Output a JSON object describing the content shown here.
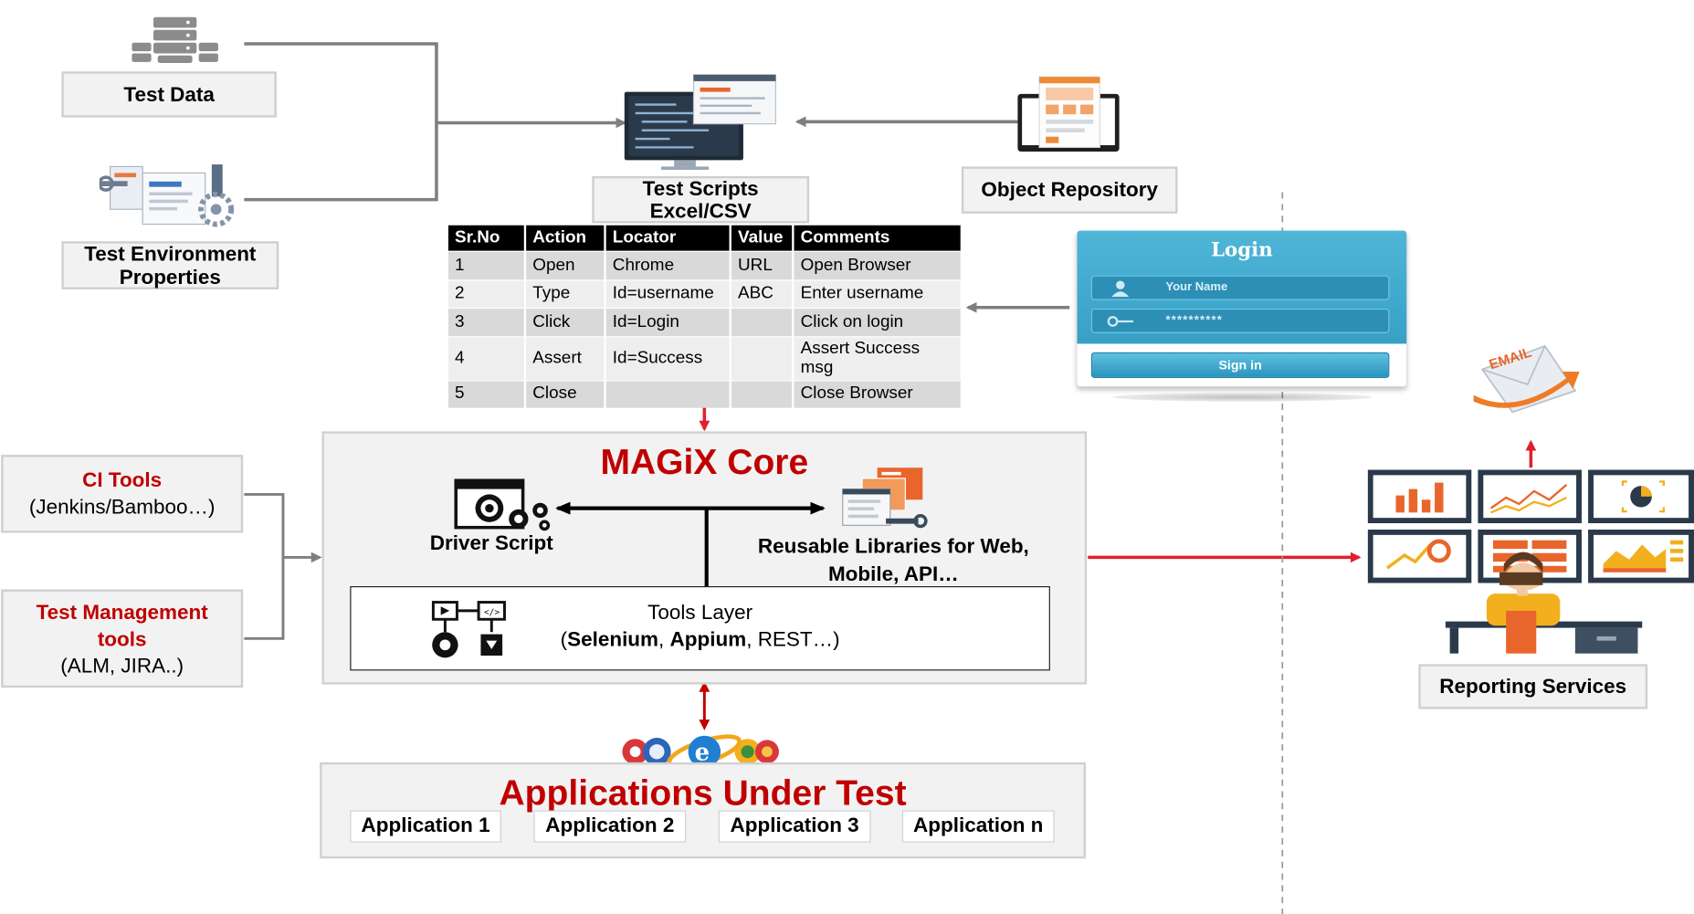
{
  "inputs": {
    "test_data": "Test Data",
    "env_props_line1": "Test Environment",
    "env_props_line2": "Properties",
    "test_scripts_line1": "Test Scripts",
    "test_scripts_line2": "Excel/CSV",
    "object_repository": "Object Repository"
  },
  "script_table": {
    "headers": [
      "Sr.No",
      "Action",
      "Locator",
      "Value",
      "Comments"
    ],
    "rows": [
      [
        "1",
        "Open",
        "Chrome",
        "URL",
        "Open Browser"
      ],
      [
        "2",
        "Type",
        "Id=username",
        "ABC",
        "Enter username"
      ],
      [
        "3",
        "Click",
        "Id=Login",
        "",
        "Click on login"
      ],
      [
        "4",
        "Assert",
        "Id=Success",
        "",
        "Assert Success msg"
      ],
      [
        "5",
        "Close",
        "",
        "",
        "Close Browser"
      ]
    ]
  },
  "login_form": {
    "title": "Login",
    "username_placeholder": "Your Name",
    "password_mask": "**********",
    "signin_label": "Sign in"
  },
  "ci": {
    "ci_title": "CI Tools",
    "ci_sub": "(Jenkins/Bamboo…)",
    "tm_title_line1": "Test Management",
    "tm_title_line2": "tools",
    "tm_sub": "(ALM, JIRA..)"
  },
  "core": {
    "title": "MAGiX Core",
    "driver_script": "Driver Script",
    "libraries_line1": "Reusable Libraries for Web,",
    "libraries_line2": "Mobile, API…",
    "tools_layer": "Tools Layer",
    "tools_open": "(",
    "tools_selenium": "Selenium",
    "tools_comma": ", ",
    "tools_appium": "Appium",
    "tools_rest": ", REST…)"
  },
  "aut": {
    "title": "Applications Under Test",
    "apps": [
      "Application 1",
      "Application 2",
      "Application 3",
      "Application n"
    ]
  },
  "reporting": {
    "email_label": "EMAIL",
    "label": "Reporting Services"
  },
  "colors": {
    "accent_red": "#c00000",
    "arrow_gray": "#7f7f7f",
    "box_fill": "#f2f2f2",
    "login_blue": "#3aa6c9"
  }
}
